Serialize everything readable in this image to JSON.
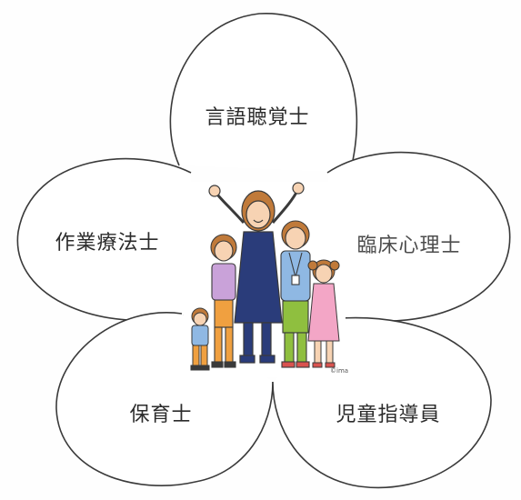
{
  "diagram": {
    "petals": [
      {
        "id": "top",
        "label": "言語聴覚士"
      },
      {
        "id": "left",
        "label": "作業療法士"
      },
      {
        "id": "right",
        "label": "臨床心理士"
      },
      {
        "id": "bottom-left",
        "label": "保育士"
      },
      {
        "id": "bottom-right",
        "label": "児童指導員"
      }
    ],
    "center": {
      "caption": "people-family-illustration",
      "credit": "©ima"
    },
    "colors": {
      "outline": "#3a3a3a",
      "paper": "#fefefe",
      "hair": "#c07a3a",
      "skin": "#f7d3b3",
      "dress_navy": "#2a3c7a",
      "green": "#8fbf3f",
      "purple": "#c9a2d9",
      "pink": "#f3a6c6",
      "blue_shirt": "#8fb8e3",
      "orange": "#f0a040"
    }
  }
}
